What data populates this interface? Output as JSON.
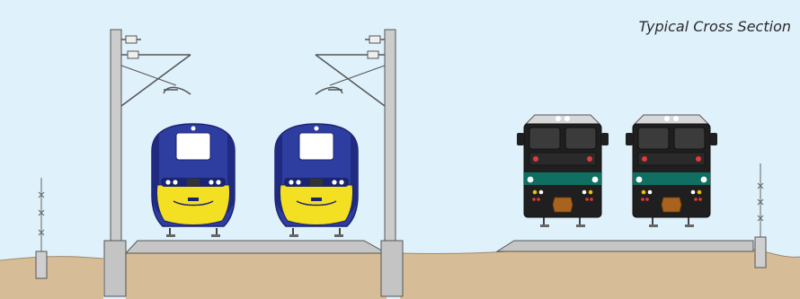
{
  "caption": "Typical Cross Section",
  "colors": {
    "sky": "#dff1fb",
    "ground": "#d7bd97",
    "ground_edge": "#a0886c",
    "platform": "#c6c6c6",
    "mast": "#cccccc",
    "outline": "#444444",
    "electric_train_body": "#2e3da0",
    "electric_train_nose": "#f4e022",
    "diesel_train_top": "#d8d8d8",
    "diesel_train_body": "#1f1f1f",
    "diesel_train_stripe": "#0f6f61",
    "coupler": "#a8631e"
  },
  "scene": {
    "electrified_tracks": [
      "electric-train",
      "electric-train"
    ],
    "diesel_tracks": [
      "diesel-locomotive",
      "diesel-locomotive"
    ],
    "catenary_masts": 2,
    "signal_posts": 2
  }
}
